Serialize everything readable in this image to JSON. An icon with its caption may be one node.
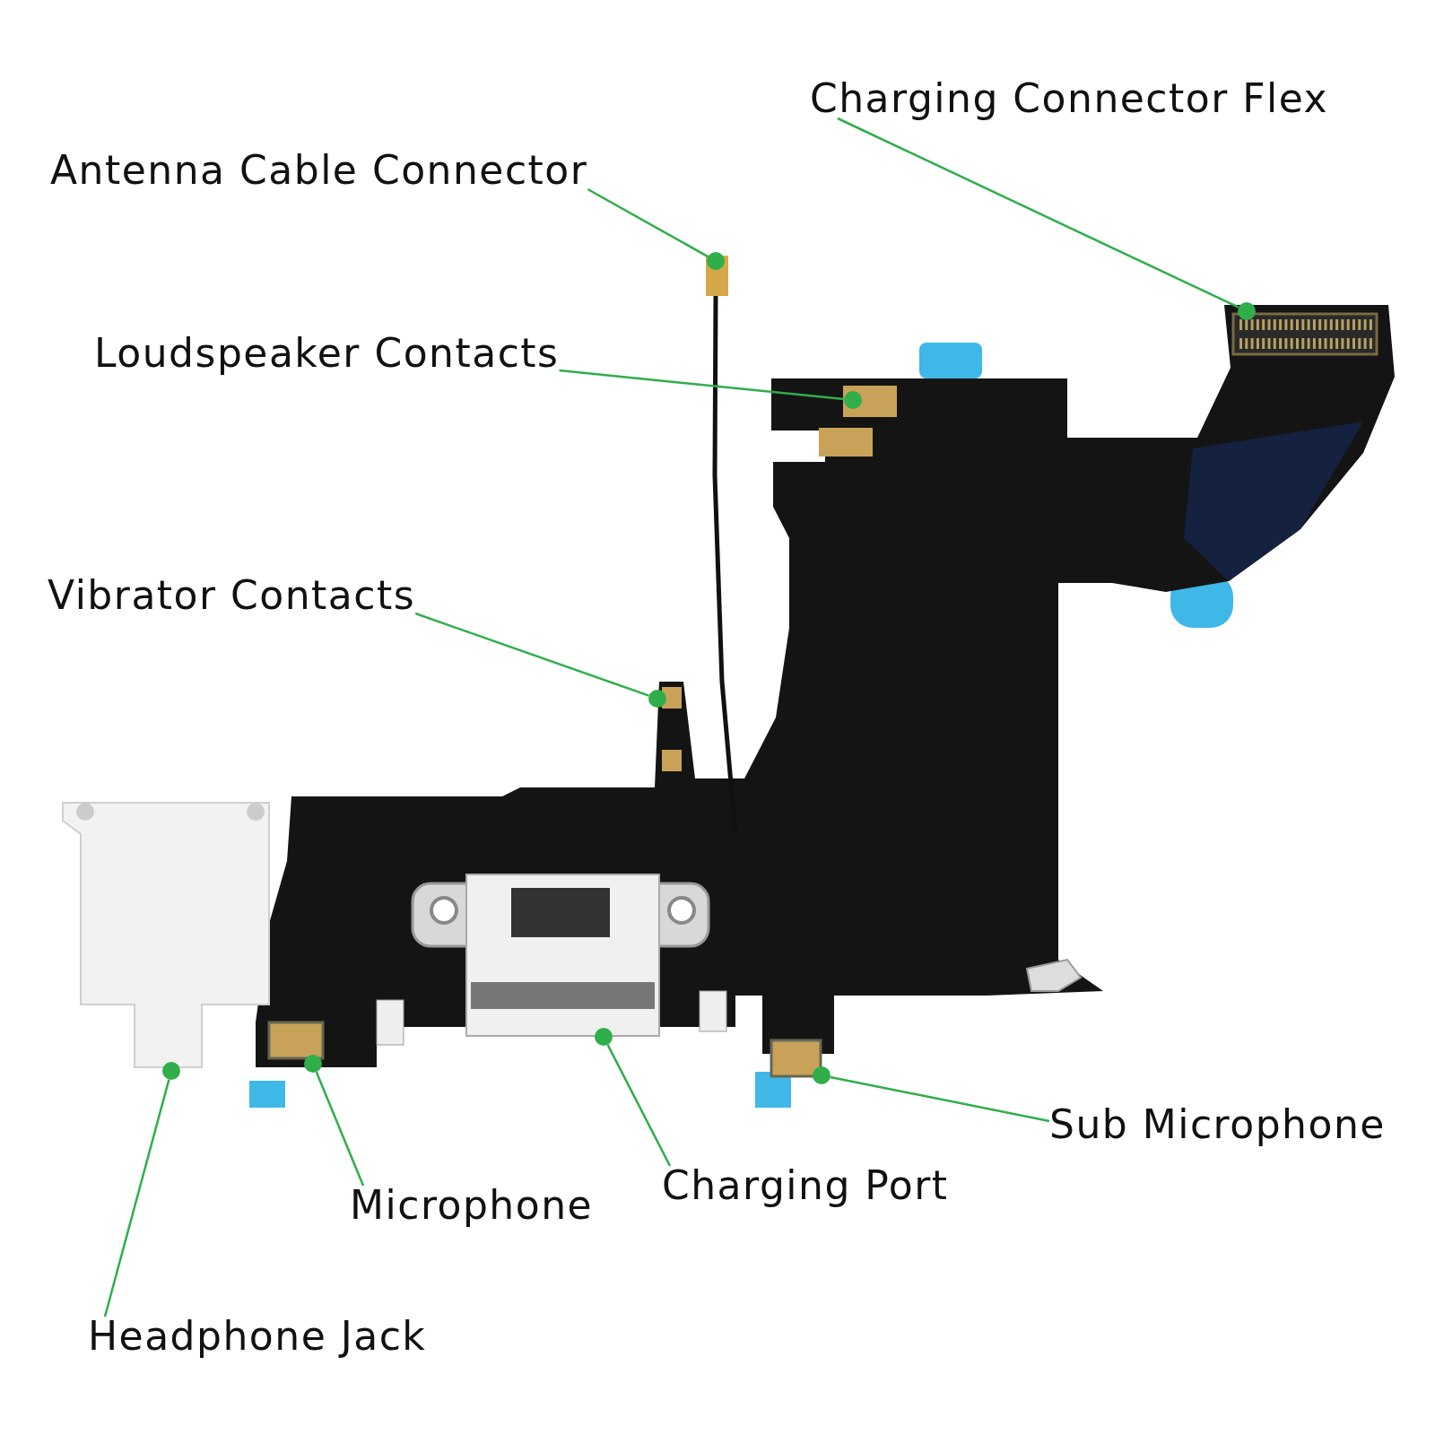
{
  "diagram": {
    "nodes": [
      {
        "text": [
          "Charging Connector Flex"
        ]
      },
      {
        "text": [
          "Antenna Cable Connector"
        ]
      },
      {
        "text": [
          "Loudspeaker Contacts"
        ]
      },
      {
        "text": [
          "Vibrator Contacts"
        ]
      },
      {
        "text": [
          "Sub Microphone"
        ]
      },
      {
        "text": [
          "Charging Port"
        ]
      },
      {
        "text": [
          "Microphone"
        ]
      },
      {
        "text": [
          "Headphone Jack"
        ]
      },
      {
        "text": [],
        "shape": "circle"
      },
      {
        "text": [],
        "shape": "circle"
      },
      {
        "text": [],
        "shape": "circle"
      },
      {
        "text": [],
        "shape": "circle"
      },
      {
        "text": [],
        "shape": "circle"
      },
      {
        "text": [],
        "shape": "circle"
      },
      {
        "text": [],
        "shape": "circle"
      },
      {
        "text": [],
        "shape": "circle"
      }
    ],
    "edges": [
      {
        "from": 0,
        "to": 8,
        "arrow": "none"
      },
      {
        "from": 1,
        "to": 9,
        "arrow": "none"
      },
      {
        "from": 2,
        "to": 10,
        "arrow": "none"
      },
      {
        "from": 3,
        "to": 11,
        "arrow": "none"
      },
      {
        "from": 4,
        "to": 12,
        "arrow": "none"
      },
      {
        "from": 5,
        "to": 13,
        "arrow": "none"
      },
      {
        "from": 6,
        "to": 14,
        "arrow": "none"
      },
      {
        "from": 7,
        "to": 15,
        "arrow": "none"
      }
    ]
  }
}
